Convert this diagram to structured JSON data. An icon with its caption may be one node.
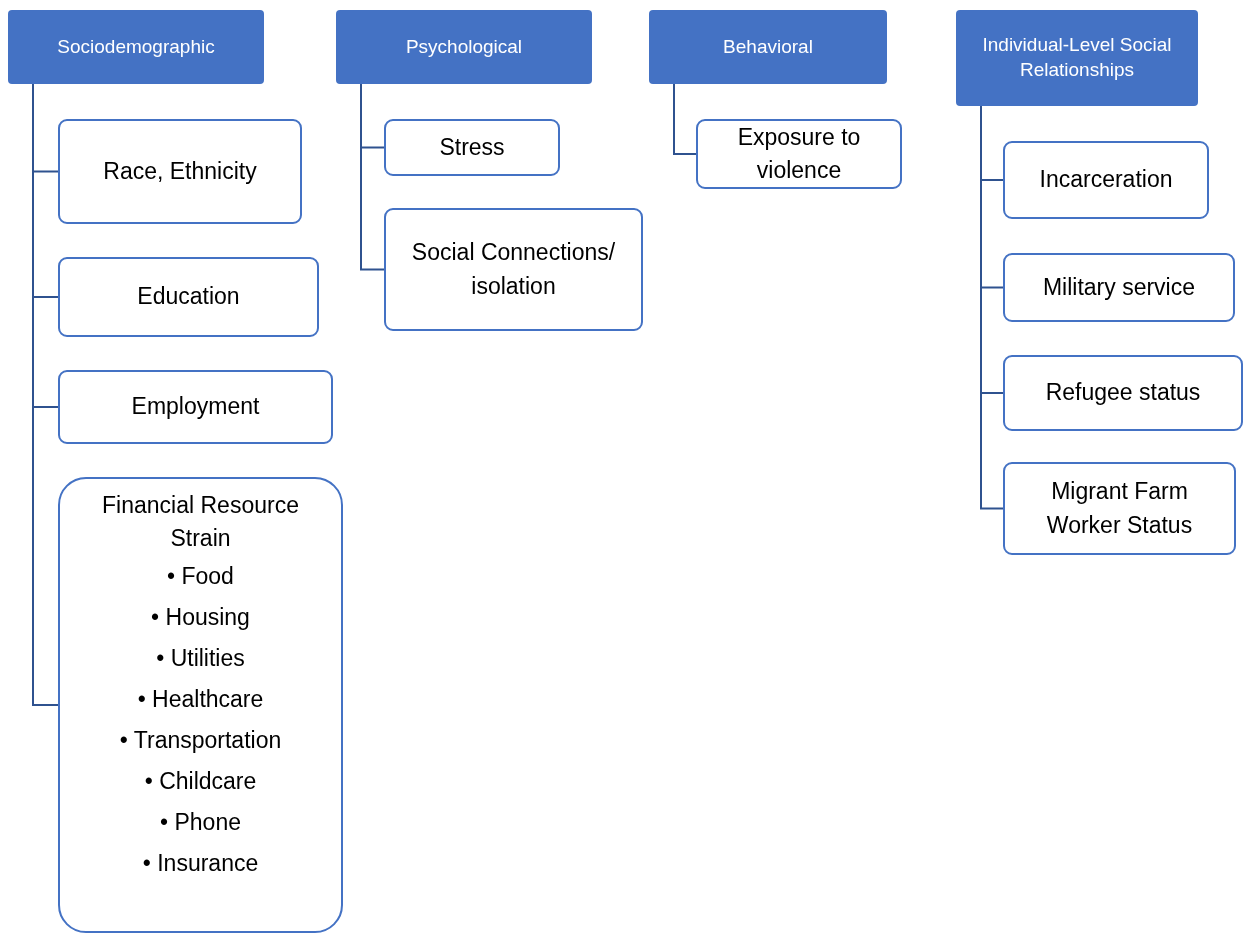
{
  "diagram": {
    "nodes": [
      {
        "text": [
          "Sociodemographic"
        ]
      },
      {
        "text": [
          "Race, Ethnicity"
        ]
      },
      {
        "text": [
          "Education"
        ]
      },
      {
        "text": [
          "Employment"
        ]
      },
      {
        "text": [
          "Financial Resource Strain",
          "• Food",
          "• Housing",
          "• Utilities",
          "• Healthcare",
          "• Transportation",
          "• Childcare",
          "• Phone",
          "• Insurance"
        ]
      },
      {
        "text": [
          "Psychological"
        ]
      },
      {
        "text": [
          "Stress"
        ]
      },
      {
        "text": [
          "Social Connections/ isolation"
        ]
      },
      {
        "text": [
          "Behavioral"
        ]
      },
      {
        "text": [
          "Exposure to violence"
        ]
      },
      {
        "text": [
          "Individual-Level Social Relationships"
        ]
      },
      {
        "text": [
          "Incarceration"
        ]
      },
      {
        "text": [
          "Military service"
        ]
      },
      {
        "text": [
          "Refugee status"
        ]
      },
      {
        "text": [
          "Migrant Farm Worker Status"
        ]
      }
    ],
    "edges": [
      {
        "from": 0,
        "to": 1,
        "arrow": "none"
      },
      {
        "from": 0,
        "to": 2,
        "arrow": "none"
      },
      {
        "from": 0,
        "to": 3,
        "arrow": "none"
      },
      {
        "from": 0,
        "to": 4,
        "arrow": "none"
      },
      {
        "from": 5,
        "to": 6,
        "arrow": "none"
      },
      {
        "from": 5,
        "to": 7,
        "arrow": "none"
      },
      {
        "from": 8,
        "to": 9,
        "arrow": "none"
      },
      {
        "from": 10,
        "to": 11,
        "arrow": "none"
      },
      {
        "from": 10,
        "to": 12,
        "arrow": "none"
      },
      {
        "from": 10,
        "to": 13,
        "arrow": "none"
      },
      {
        "from": 10,
        "to": 14,
        "arrow": "none"
      }
    ]
  }
}
